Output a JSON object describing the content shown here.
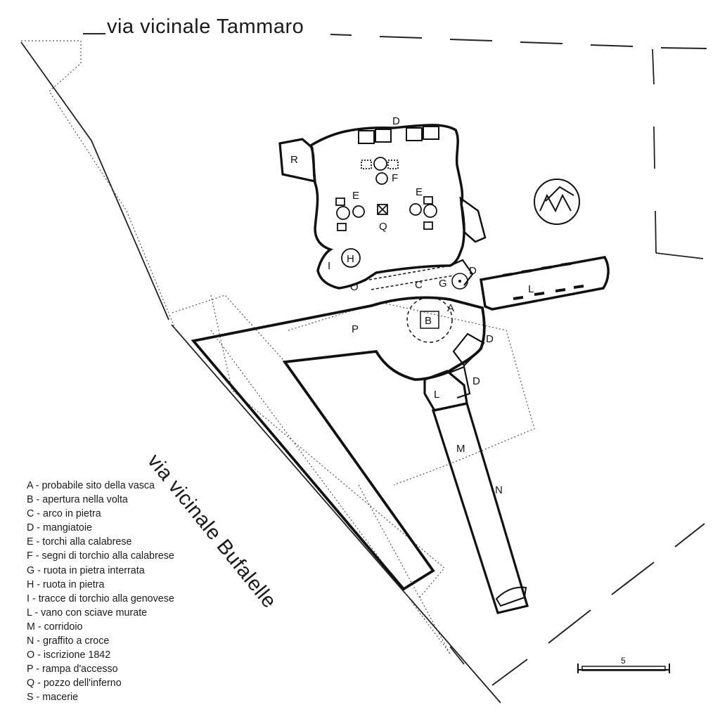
{
  "streets": {
    "top": "via vicinale Tammaro",
    "side": "via vicinale Bufalelle"
  },
  "map_labels": {
    "A": "A",
    "B": "B",
    "C": "C",
    "D": "D",
    "E": "E",
    "F": "F",
    "G": "G",
    "H": "H",
    "I": "I",
    "L": "L",
    "M": "M",
    "N": "N",
    "O": "O",
    "P": "P",
    "Q": "Q",
    "R": "R"
  },
  "scale": {
    "label": "5"
  },
  "legend": [
    {
      "key": "A",
      "text": "probabile sito della vasca"
    },
    {
      "key": "B",
      "text": "apertura nella volta"
    },
    {
      "key": "C",
      "text": "arco in pietra"
    },
    {
      "key": "D",
      "text": "mangiatoie"
    },
    {
      "key": "E",
      "text": "torchi alla calabrese"
    },
    {
      "key": "F",
      "text": "segni di torchio alla calabrese"
    },
    {
      "key": "G",
      "text": "ruota in pietra interrata"
    },
    {
      "key": "H",
      "text": "ruota in pietra"
    },
    {
      "key": "I",
      "text": "tracce di torchio alla genovese"
    },
    {
      "key": "L",
      "text": "vano con sciave murate"
    },
    {
      "key": "M",
      "text": "corridoio"
    },
    {
      "key": "N",
      "text": "graffito a croce"
    },
    {
      "key": "O",
      "text": "iscrizione 1842"
    },
    {
      "key": "P",
      "text": "rampa d'accesso"
    },
    {
      "key": "Q",
      "text": "pozzo dell'inferno"
    },
    {
      "key": "S",
      "text": "macerie"
    }
  ]
}
